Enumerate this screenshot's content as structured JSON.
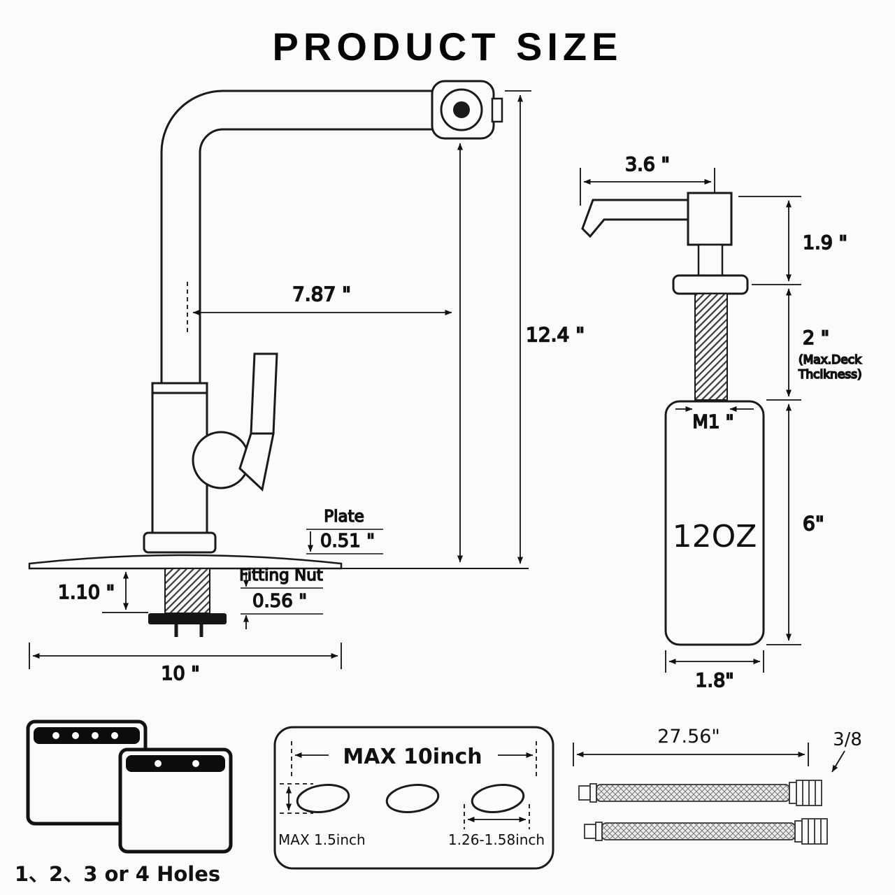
{
  "colors": {
    "ink": "#1a1a1a",
    "background": "#fbfbfb"
  },
  "title": "PRODUCT SIZE",
  "faucet": {
    "spout_reach": "7.87 \"",
    "total_height": "12.4 \"",
    "plate_label": "Plate",
    "plate_thickness": "0.51 \"",
    "under_plate_height": "1.10 \"",
    "fitting_nut_label": "Fitting Nut",
    "fitting_nut_thickness": "0.56 \"",
    "plate_width": "10 \""
  },
  "soap_dispenser": {
    "spout_length": "3.6 \"",
    "head_height": "1.9 \"",
    "deck_thickness": "2 \"",
    "deck_note_line1": "(Max.Deck",
    "deck_note_line2": "Thcikness)",
    "thread": "M1 \"",
    "capacity": "12OZ",
    "bottle_height": "6\"",
    "bottle_width": "1.8\""
  },
  "sink_holes": {
    "label": "1、2、3 or 4 Holes"
  },
  "deck_plate": {
    "max_width": "MAX 10inch",
    "hole_min": "MAX 1.5inch",
    "hole_range": "1.26-1.58inch"
  },
  "hoses": {
    "length": "27.56\"",
    "thread_size": "3/8"
  }
}
